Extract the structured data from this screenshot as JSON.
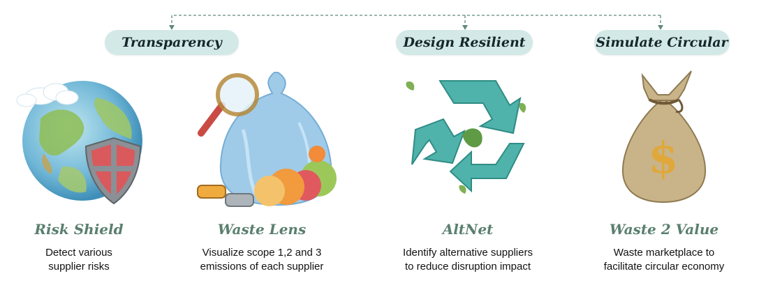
{
  "categories": [
    {
      "label": "Transparency"
    },
    {
      "label": "Design Resilient"
    },
    {
      "label": "Simulate Circular"
    }
  ],
  "tools": [
    {
      "name": "Risk Shield",
      "desc_line1": "Detect various",
      "desc_line2": "supplier risks",
      "icon": "globe-shield-icon"
    },
    {
      "name": "Waste Lens",
      "desc_line1": "Visualize scope 1,2 and 3",
      "desc_line2": "emissions of each supplier",
      "icon": "waste-bag-magnifier-icon"
    },
    {
      "name": "AltNet",
      "desc_line1": "Identify alternative suppliers",
      "desc_line2": "to reduce disruption impact",
      "icon": "recycle-icon"
    },
    {
      "name": "Waste 2 Value",
      "desc_line1": "Waste marketplace to",
      "desc_line2": "facilitate circular economy",
      "icon": "money-bag-icon"
    }
  ],
  "colors": {
    "pill_bg": "#d3e9e7",
    "title_green": "#5a7f6e",
    "connector": "#5f8a78",
    "recycle_teal": "#4fb3ab"
  }
}
